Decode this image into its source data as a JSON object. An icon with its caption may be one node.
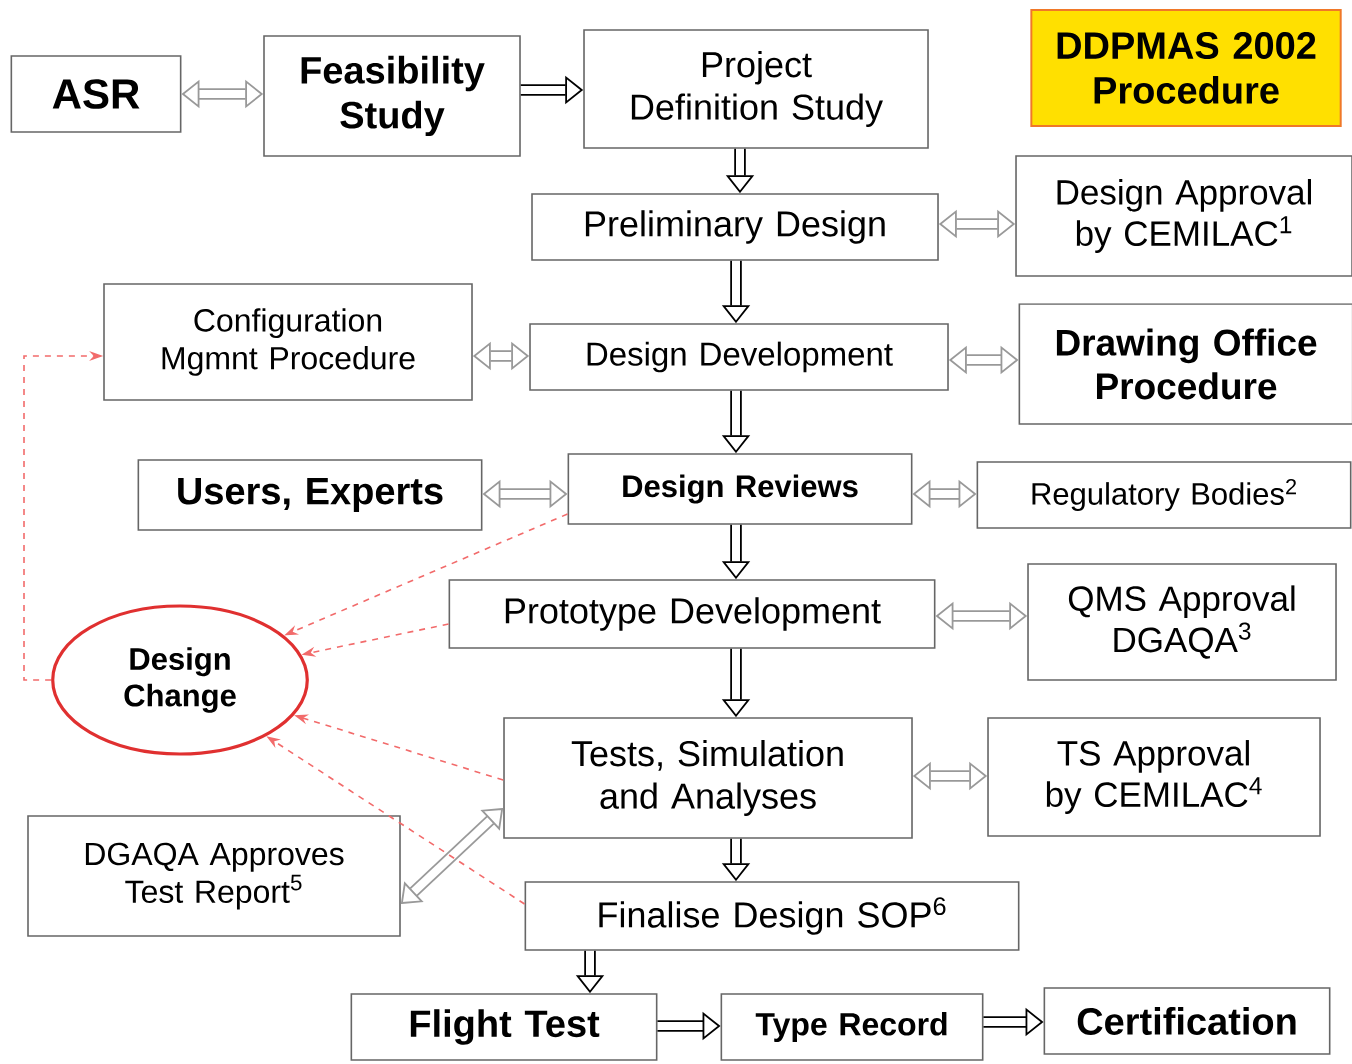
{
  "diagram": {
    "nodes": [
      {
        "text": [
          "ASR"
        ]
      },
      {
        "text": [
          "Feasibility Study"
        ]
      },
      {
        "text": [
          "Project Definition Study"
        ]
      },
      {
        "text": [
          "DDPMAS 2002 Procedure"
        ]
      },
      {
        "text": [
          "Preliminary Design"
        ]
      },
      {
        "text": [
          "Design Approval by CEMILAC$^{1}$"
        ]
      },
      {
        "text": [
          "Configuration Mgmnt Procedure"
        ]
      },
      {
        "text": [
          "Design Development"
        ]
      },
      {
        "text": [
          "Drawing Office Procedure"
        ]
      },
      {
        "text": [
          "Users, Experts"
        ]
      },
      {
        "text": [
          "Design Reviews"
        ]
      },
      {
        "text": [
          "Regulatory Bodies$^{2}$"
        ]
      },
      {
        "text": [
          "Design Change"
        ]
      },
      {
        "text": [
          "Prototype Development"
        ]
      },
      {
        "text": [
          "QMS Approval DGAQA$^{3}$"
        ]
      },
      {
        "text": [
          "Tests, Simulation and Analyses"
        ]
      },
      {
        "text": [
          "TS Approval by CEMILAC$^{4}$"
        ]
      },
      {
        "text": [
          "DGAQA Approves Test Report$^{5}$"
        ]
      },
      {
        "text": [
          "Finalise Design SOP$^{6}$"
        ]
      },
      {
        "text": [
          "Flight Test"
        ]
      },
      {
        "text": [
          "Type Record"
        ]
      },
      {
        "text": [
          "Certification"
        ]
      }
    ],
    "edges": [
      {
        "from": 0,
        "to": 1,
        "arrow": "both",
        "color": "#999999"
      },
      {
        "from": 1,
        "to": 2,
        "arrow": "to"
      },
      {
        "from": 2,
        "to": 4,
        "arrow": "to"
      },
      {
        "from": 4,
        "to": 5,
        "arrow": "both",
        "color": "#999999"
      },
      {
        "from": 4,
        "to": 7,
        "arrow": "to"
      },
      {
        "from": 6,
        "to": 7,
        "arrow": "both",
        "color": "#999999"
      },
      {
        "from": 7,
        "to": 8,
        "arrow": "both",
        "color": "#999999"
      },
      {
        "from": 7,
        "to": 10,
        "arrow": "to"
      },
      {
        "from": 9,
        "to": 10,
        "arrow": "both",
        "color": "#999999"
      },
      {
        "from": 10,
        "to": 11,
        "arrow": "both",
        "color": "#999999"
      },
      {
        "from": 10,
        "to": 13,
        "arrow": "to"
      },
      {
        "from": 13,
        "to": 14,
        "arrow": "both",
        "color": "#999999"
      },
      {
        "from": 13,
        "to": 15,
        "arrow": "to"
      },
      {
        "from": 15,
        "to": 16,
        "arrow": "both",
        "color": "#999999"
      },
      {
        "from": 17,
        "to": 15,
        "arrow": "both",
        "color": "#999999"
      },
      {
        "from": 15,
        "to": 18,
        "arrow": "to"
      },
      {
        "from": 18,
        "to": 19,
        "arrow": "to"
      },
      {
        "from": 19,
        "to": 20,
        "arrow": "to"
      },
      {
        "from": 20,
        "to": 21,
        "arrow": "to"
      },
      {
        "from": 12,
        "to": 6,
        "arrow": "to",
        "style": "dashed",
        "color": "#f26b6b"
      },
      {
        "from": 10,
        "to": 12,
        "arrow": "to",
        "style": "dashed",
        "color": "#f26b6b"
      },
      {
        "from": 13,
        "to": 12,
        "arrow": "to",
        "style": "dashed",
        "color": "#f26b6b"
      },
      {
        "from": 15,
        "to": 12,
        "arrow": "to",
        "style": "dashed",
        "color": "#f26b6b"
      },
      {
        "from": 18,
        "to": 12,
        "arrow": "to",
        "style": "dashed",
        "color": "#f26b6b"
      }
    ]
  }
}
